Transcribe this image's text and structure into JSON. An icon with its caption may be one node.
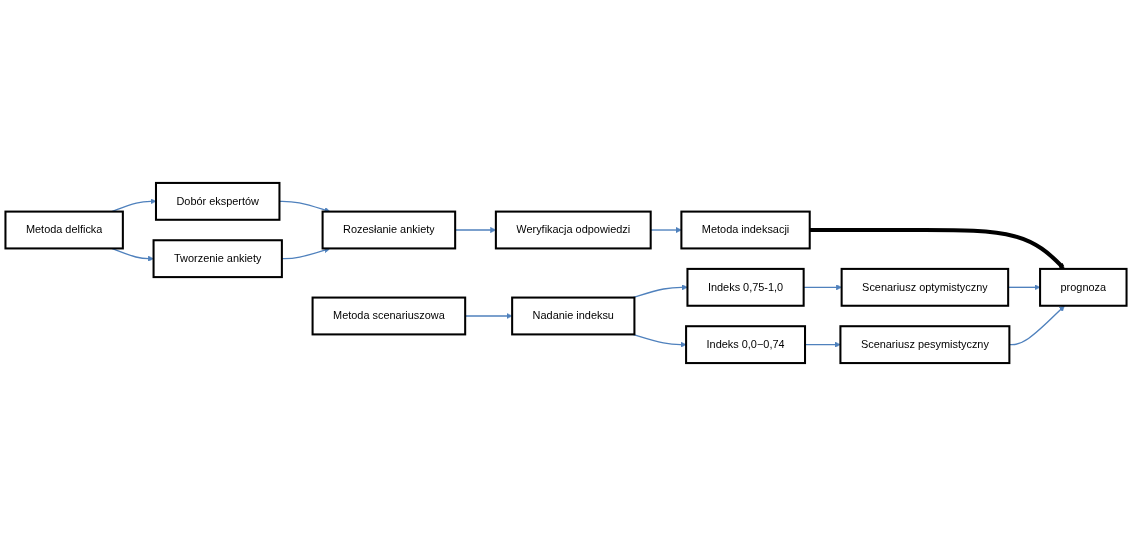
{
  "diagram": {
    "nodes": [
      {
        "text": [
          "Metoda delficka"
        ]
      },
      {
        "text": [
          "Dobór ekspertów"
        ]
      },
      {
        "text": [
          "Tworzenie ankiety"
        ]
      },
      {
        "text": [
          "Rozesłanie ankiety"
        ]
      },
      {
        "text": [
          "Weryfikacja odpowiedzi"
        ]
      },
      {
        "text": [
          "Metoda indeksacji"
        ]
      },
      {
        "text": [
          "Metoda scenariuszowa"
        ]
      },
      {
        "text": [
          "Indeks 0,75-1,0"
        ]
      },
      {
        "text": [
          "Nadanie indeksu"
        ]
      },
      {
        "text": [
          "Scenariusz optymistyczny"
        ]
      },
      {
        "text": [
          "Indeks 0,0−0,74"
        ]
      },
      {
        "text": [
          "Scenariusz pesymistyczny"
        ]
      },
      {
        "text": [
          "prognoza"
        ]
      }
    ],
    "edges": [
      {
        "from": 0,
        "to": 1,
        "arrow": "to"
      },
      {
        "from": 0,
        "to": 2,
        "arrow": "to"
      },
      {
        "from": 1,
        "to": 3,
        "arrow": "to"
      },
      {
        "from": 2,
        "to": 3,
        "arrow": "to"
      },
      {
        "from": 3,
        "to": 4,
        "arrow": "to"
      },
      {
        "from": 4,
        "to": 5,
        "arrow": "to"
      },
      {
        "from": 5,
        "to": 12,
        "arrow": "to",
        "style": "thick",
        "color": "#000000"
      },
      {
        "from": 6,
        "to": 8,
        "arrow": "to"
      },
      {
        "from": 8,
        "to": 7,
        "arrow": "to"
      },
      {
        "from": 8,
        "to": 10,
        "arrow": "to"
      },
      {
        "from": 7,
        "to": 9,
        "arrow": "to"
      },
      {
        "from": 10,
        "to": 11,
        "arrow": "to"
      },
      {
        "from": 9,
        "to": 12,
        "arrow": "to"
      },
      {
        "from": 11,
        "to": 12,
        "arrow": "to"
      }
    ]
  }
}
